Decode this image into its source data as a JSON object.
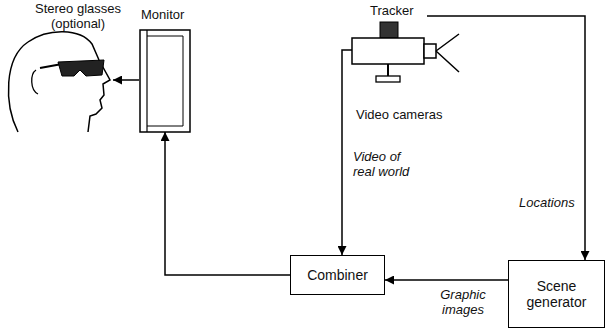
{
  "diagram": {
    "nodes": [
      {
        "text": [
          "Monitor"
        ]
      },
      {
        "text": [
          "Tracker",
          "Video cameras"
        ]
      },
      {
        "text": [
          "Combiner"
        ]
      },
      {
        "text": [
          "Scene generator"
        ]
      }
    ],
    "edges": [
      {
        "from": 1,
        "to": 2,
        "label": "Video of real world",
        "arrow": "to"
      },
      {
        "from": 1,
        "to": 3,
        "label": "Locations",
        "arrow": "to"
      },
      {
        "from": 3,
        "to": 2,
        "label": "Graphic images",
        "arrow": "to"
      },
      {
        "from": 2,
        "to": 0,
        "arrow": "to"
      }
    ],
    "labels": [
      "Stereo glasses (optional)"
    ]
  }
}
